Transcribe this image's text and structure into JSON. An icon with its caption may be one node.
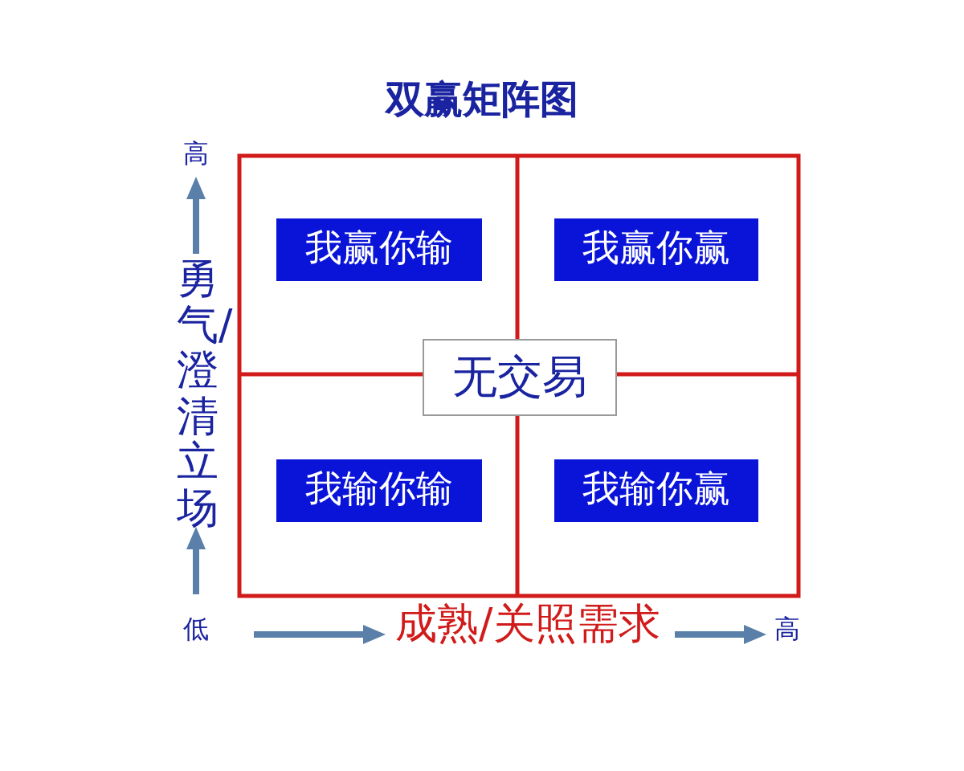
{
  "diagram": {
    "title": "双赢矩阵图",
    "nodes": [
      {
        "text": [
          "我赢你输"
        ]
      },
      {
        "text": [
          "我赢你赢"
        ]
      },
      {
        "text": [
          "无交易"
        ]
      },
      {
        "text": [
          "我输你输"
        ]
      },
      {
        "text": [
          "我输你赢"
        ]
      }
    ],
    "labels": [
      "高",
      "勇气/澄清立场",
      "低",
      "成熟/关照需求",
      "高"
    ]
  }
}
